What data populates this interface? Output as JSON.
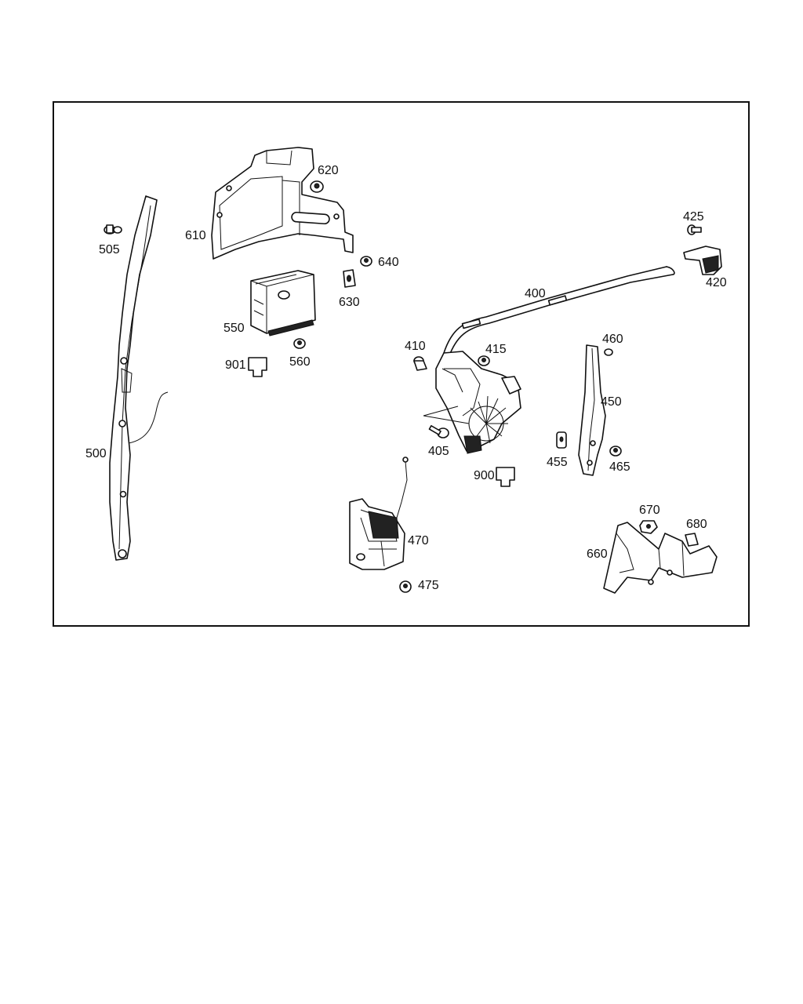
{
  "diagram": {
    "labels": {
      "505": "505",
      "500": "500",
      "610": "610",
      "620": "620",
      "640": "640",
      "630": "630",
      "550": "550",
      "901": "901",
      "560": "560",
      "425": "425",
      "420": "420",
      "400": "400",
      "410": "410",
      "415": "415",
      "405": "405",
      "900": "900",
      "460": "460",
      "450": "450",
      "455": "455",
      "465": "465",
      "470": "470",
      "475": "475",
      "670": "670",
      "680": "680",
      "660": "660"
    }
  }
}
